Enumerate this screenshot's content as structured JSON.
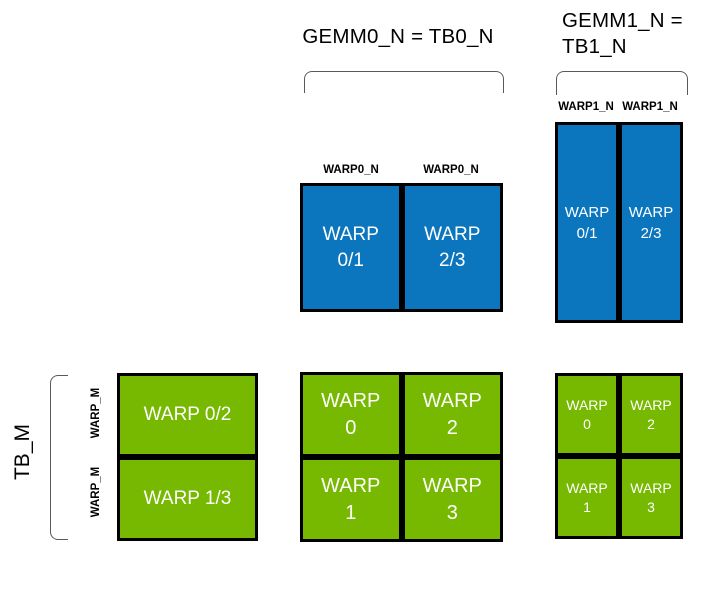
{
  "colors": {
    "blue": "#0B76BE",
    "green": "#76B900",
    "border": "#000000",
    "bracket": "#595959",
    "cell_text": "#FFFFFF",
    "label_text": "#000000"
  },
  "headers": {
    "gemm0": "GEMM0_N = TB0_N",
    "gemm1_line1": "GEMM1_N =",
    "gemm1_line2": "TB1_N"
  },
  "column_labels": {
    "warp0_n": [
      "WARP0_N",
      "WARP0_N"
    ],
    "warp1_n": [
      "WARP1_N",
      "WARP1_N"
    ]
  },
  "row_labels": {
    "tb_m": "TB_M",
    "warp_m": [
      "WARP_M",
      "WARP_M"
    ]
  },
  "blue_wide": {
    "cells": [
      {
        "line1": "WARP",
        "line2": "0/1"
      },
      {
        "line1": "WARP",
        "line2": "2/3"
      }
    ]
  },
  "blue_tall": {
    "cells": [
      {
        "line1": "WARP",
        "line2": "0/1"
      },
      {
        "line1": "WARP",
        "line2": "2/3"
      }
    ]
  },
  "green_left": {
    "rows": [
      "WARP 0/2",
      "WARP 1/3"
    ]
  },
  "green_mid": {
    "cells": [
      {
        "line1": "WARP",
        "line2": "0"
      },
      {
        "line1": "WARP",
        "line2": "2"
      },
      {
        "line1": "WARP",
        "line2": "1"
      },
      {
        "line1": "WARP",
        "line2": "3"
      }
    ]
  },
  "green_right": {
    "cells": [
      {
        "line1": "WARP",
        "line2": "0"
      },
      {
        "line1": "WARP",
        "line2": "2"
      },
      {
        "line1": "WARP",
        "line2": "1"
      },
      {
        "line1": "WARP",
        "line2": "3"
      }
    ]
  }
}
